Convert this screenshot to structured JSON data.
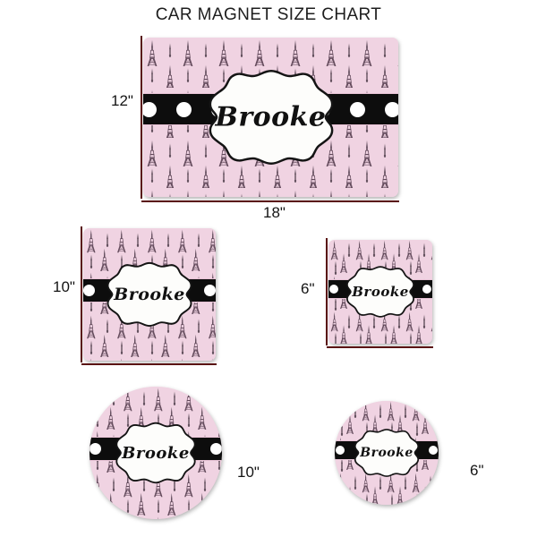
{
  "title": "CAR MAGNET SIZE CHART",
  "design": {
    "name_text": "Brooke",
    "pattern_icon": "eiffel-tower-icon",
    "colors": {
      "background_pink": "#f0d3e2",
      "tower_plum": "#5d4456",
      "band_black": "#0d0d0d",
      "dot_white": "#ffffff",
      "label_white": "#fdfdfb",
      "outline_black": "#111111",
      "ruler_maroon": "#5a1313"
    }
  },
  "magnets": [
    {
      "id": "large-rectangle",
      "shape": "rectangle",
      "height_label": "12\"",
      "width_label": "18\"",
      "name_text": "Brooke"
    },
    {
      "id": "medium-square",
      "shape": "square",
      "height_label": "10\"",
      "name_text": "Brooke"
    },
    {
      "id": "small-square",
      "shape": "square",
      "height_label": "6\"",
      "name_text": "Brooke"
    },
    {
      "id": "large-circle",
      "shape": "circle",
      "size_label": "10\"",
      "name_text": "Brooke"
    },
    {
      "id": "small-circle",
      "shape": "circle",
      "size_label": "6\"",
      "name_text": "Brooke"
    }
  ]
}
